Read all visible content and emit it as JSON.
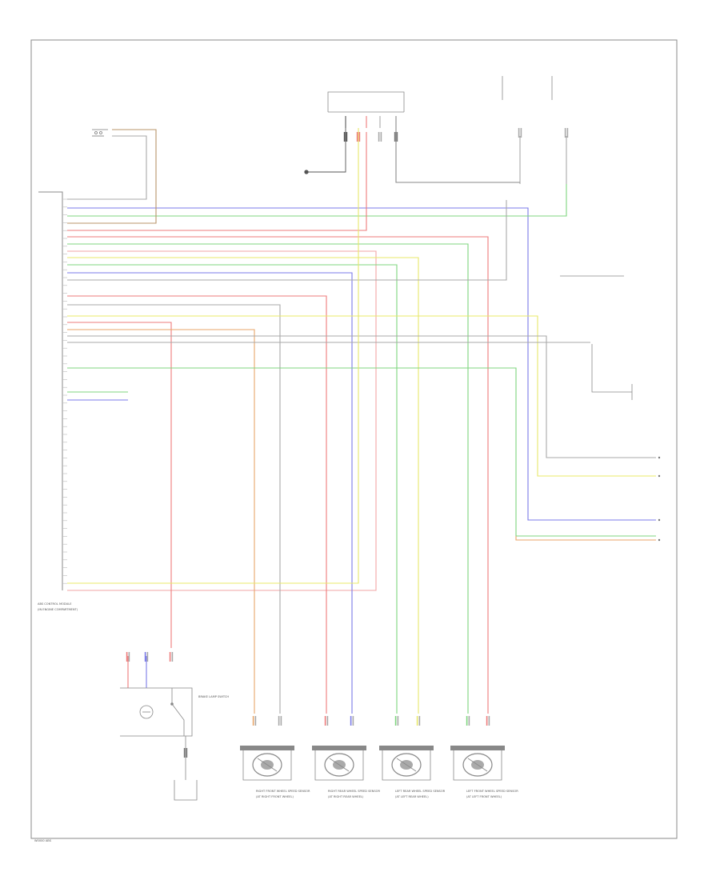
{
  "colors": {
    "black": "#555555",
    "gray": "#a8a8a8",
    "red": "#ee7b7b",
    "green": "#7fd67f",
    "blue": "#7b7be8",
    "yellow": "#e8e86a",
    "orange": "#e8a66a",
    "brown": "#b8946a",
    "pink": "#f2a6a6",
    "violet": "#a68ad6"
  },
  "labels": {
    "abs_module": "ABS CONTROL MODULE",
    "module_note": "(IN ENGINE COMPARTMENT)",
    "brake_lamp_switch": "BRAKE LAMP SWITCH",
    "footer": "W0000 ABS"
  },
  "motors": [
    {
      "name": "RIGHT FRONT WHEEL SPEED SENSOR",
      "sub": "(AT RIGHT FRONT WHEEL)"
    },
    {
      "name": "RIGHT REAR WHEEL SPEED SENSOR",
      "sub": "(AT RIGHT REAR WHEEL)"
    },
    {
      "name": "LEFT REAR WHEEL SPEED SENSOR",
      "sub": "(AT LEFT REAR WHEEL)"
    },
    {
      "name": "LEFT FRONT WHEEL SPEED SENSOR",
      "sub": "(AT LEFT FRONT WHEEL)"
    }
  ]
}
